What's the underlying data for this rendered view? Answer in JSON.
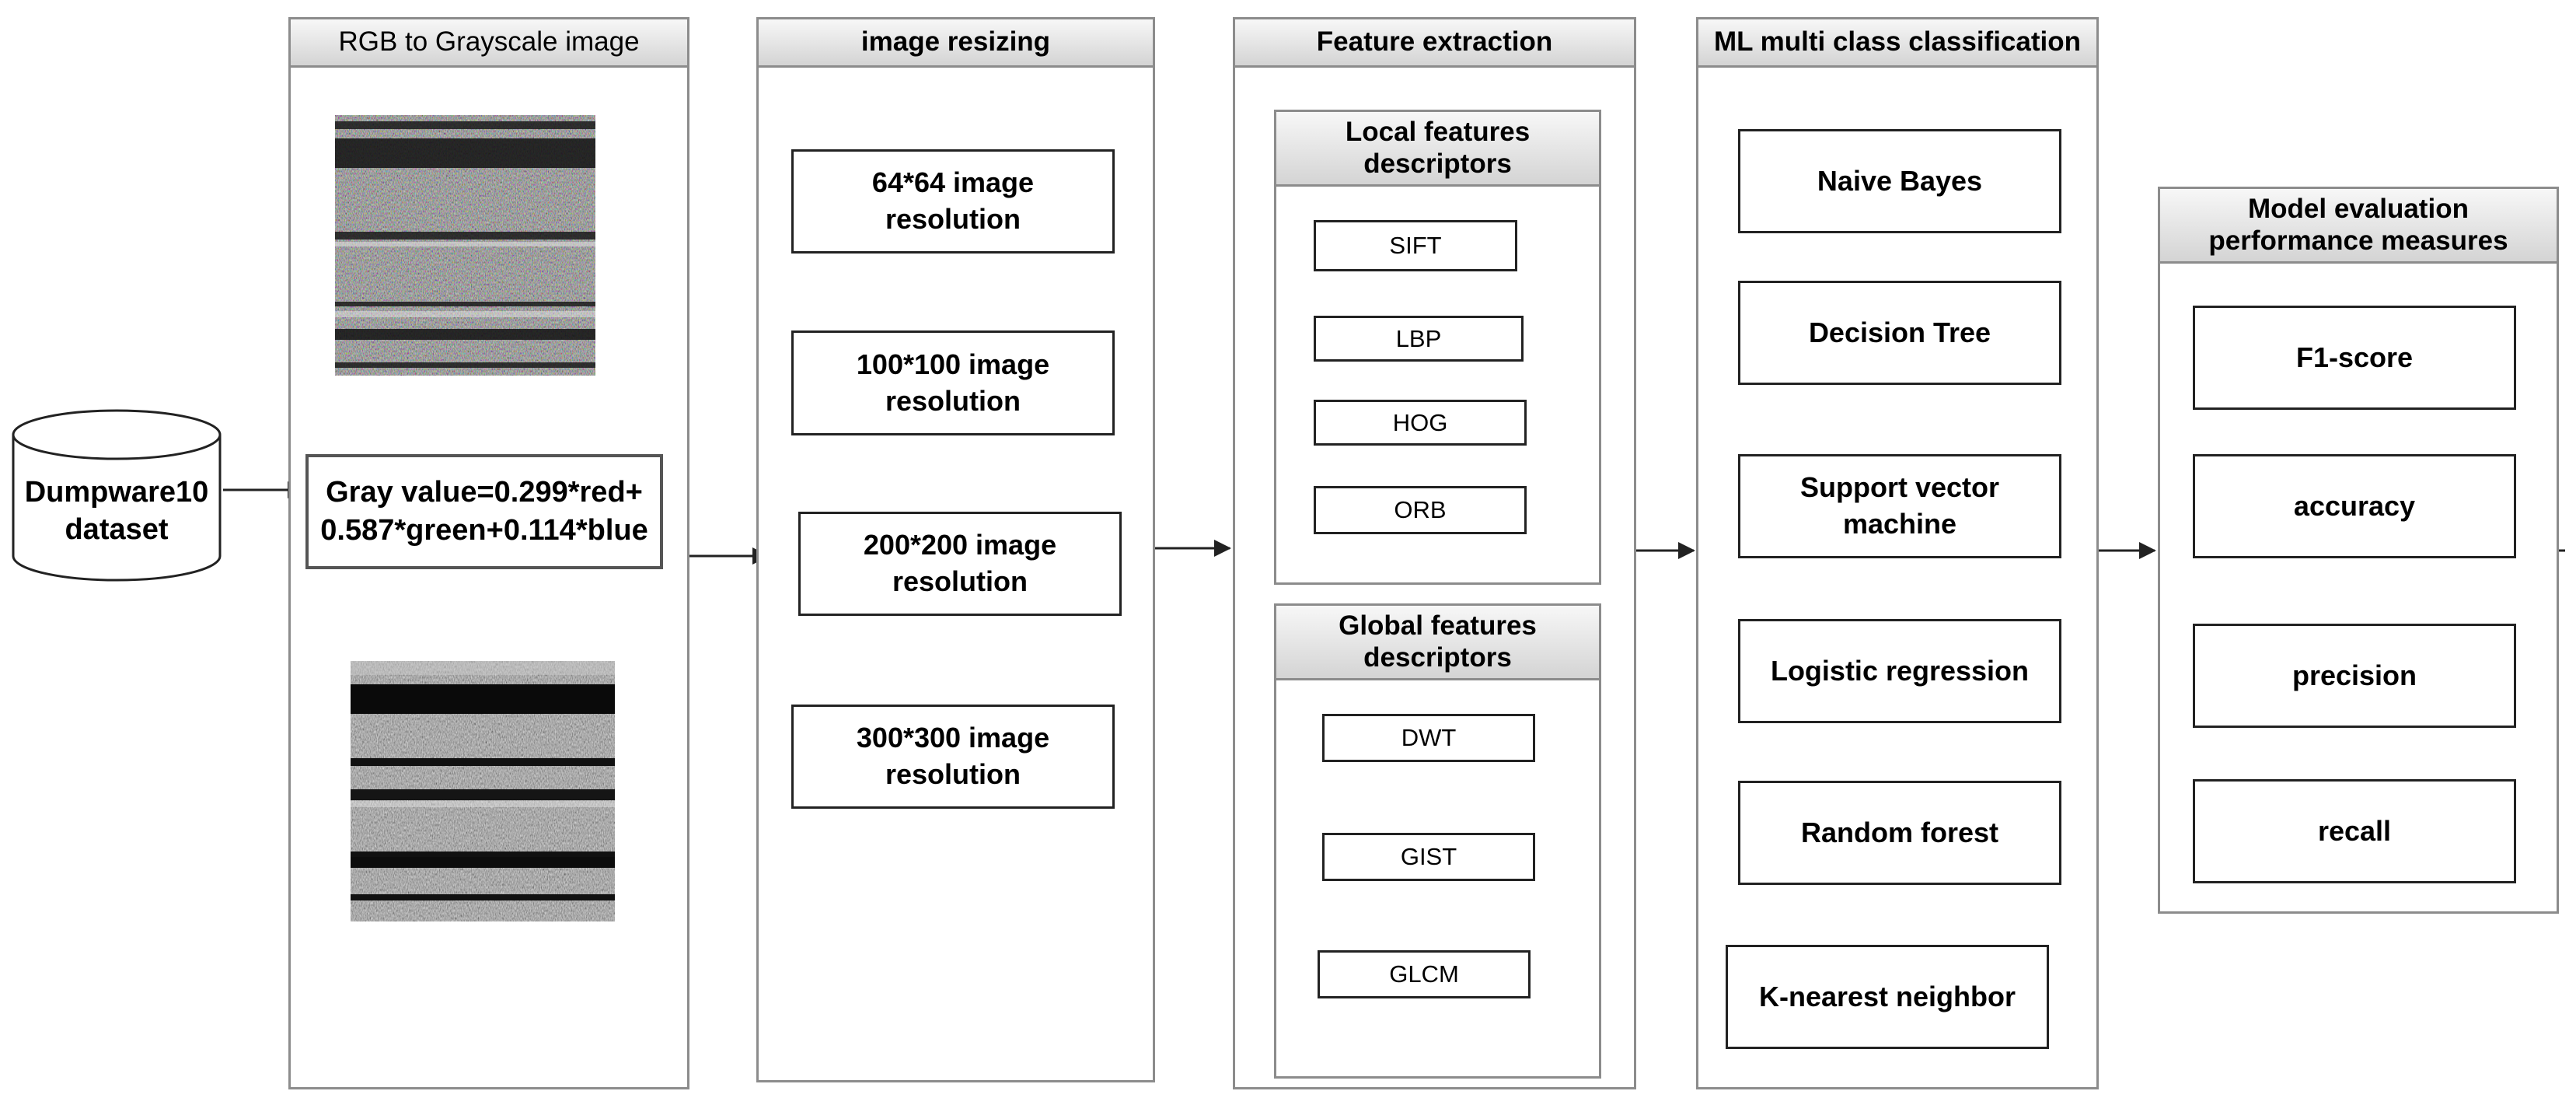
{
  "dataset": {
    "label": "Dumpware10\ndataset"
  },
  "grayscale": {
    "header": "RGB to Grayscale image",
    "formula": "Gray value=0.299*red+\n0.587*green+0.114*blue"
  },
  "resizing": {
    "header": "image resizing",
    "items": [
      "64*64 image\nresolution",
      "100*100 image\nresolution",
      "200*200 image\nresolution",
      "300*300 image\nresolution"
    ]
  },
  "features": {
    "header": "Feature extraction",
    "local": {
      "header": "Local features\ndescriptors",
      "items": [
        "SIFT",
        "LBP",
        "HOG",
        "ORB"
      ]
    },
    "global": {
      "header": "Global features\ndescriptors",
      "items": [
        "DWT",
        "GIST",
        "GLCM"
      ]
    }
  },
  "classification": {
    "header": "ML multi class classification",
    "items": [
      "Naive Bayes",
      "Decision Tree",
      "Support vector\nmachine",
      "Logistic regression",
      "Random forest",
      "K-nearest neighbor"
    ]
  },
  "evaluation": {
    "header": "Model evaluation\nperformance measures",
    "items": [
      "F1-score",
      "accuracy",
      "precision",
      "recall"
    ]
  },
  "colors": {
    "panel_border": "#8c8c8c",
    "box_border": "#222222",
    "header_fill": "#d9d9d9"
  }
}
